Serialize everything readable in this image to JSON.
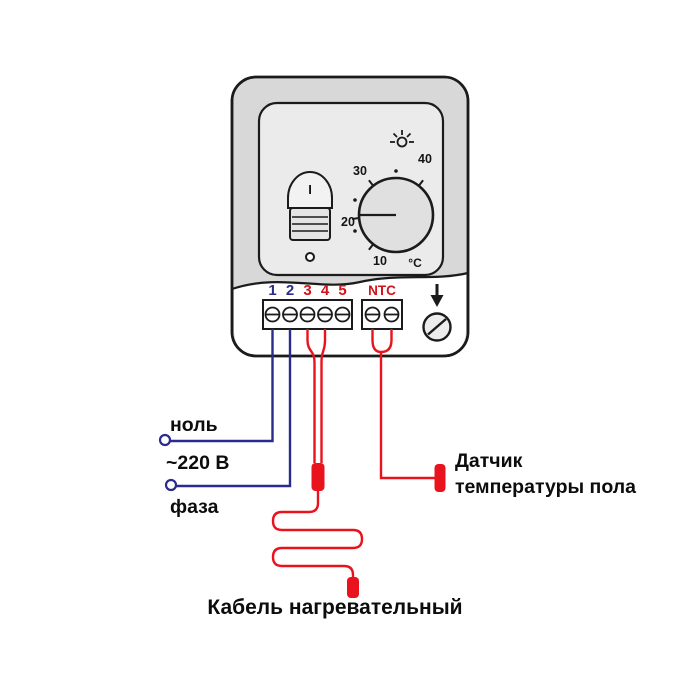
{
  "device": {
    "switch_label": "I",
    "dial": {
      "tick_10": "10",
      "tick_20": "20",
      "tick_30": "30",
      "tick_40": "40",
      "unit": "°C"
    },
    "terminals": {
      "numbers": [
        "1",
        "2",
        "3",
        "4",
        "5"
      ],
      "ntc_label": "NTC"
    }
  },
  "wiring_labels": {
    "neutral": "ноль",
    "voltage": "~220 В",
    "phase": "фаза",
    "sensor_line1": "Датчик",
    "sensor_line2": "температуры пола",
    "heating_cable": "Кабель нагревательный"
  },
  "colors": {
    "wire_blue": "#2b2b8e",
    "wire_red": "#e8131d",
    "text_blue": "#2b2b8e",
    "text_red": "#d21218",
    "outline": "#1b1b1b",
    "body_fill": "#d8d8d8",
    "panel_fill": "#ebebeb",
    "dial_fill": "#e0e0e0"
  }
}
